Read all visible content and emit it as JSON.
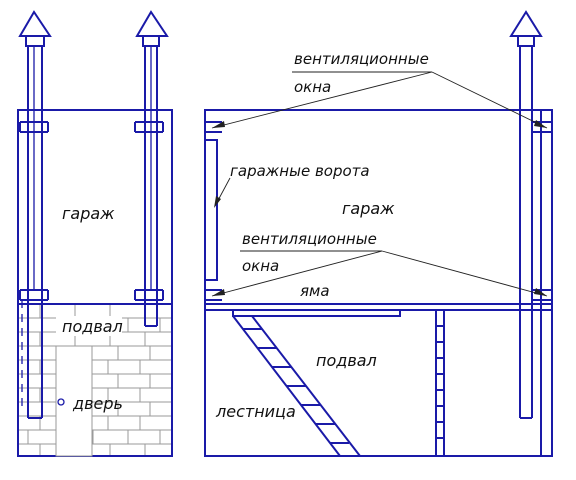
{
  "labels": {
    "left_garage": "гараж",
    "left_basement": "подвал",
    "left_door": "дверь",
    "vent_windows_top_line1": "вентиляционные",
    "vent_windows_top_line2": "окна",
    "garage_gates": "гаражные ворота",
    "right_garage": "гараж",
    "vent_windows_bottom_line1": "вентиляционные",
    "vent_windows_bottom_line2": "окна",
    "pit": "яма",
    "right_basement": "подвал",
    "stairs": "лестница"
  },
  "colors": {
    "structure": "#1a1aa8",
    "brick_mortar": "#9a9a9a",
    "text": "#111111"
  }
}
